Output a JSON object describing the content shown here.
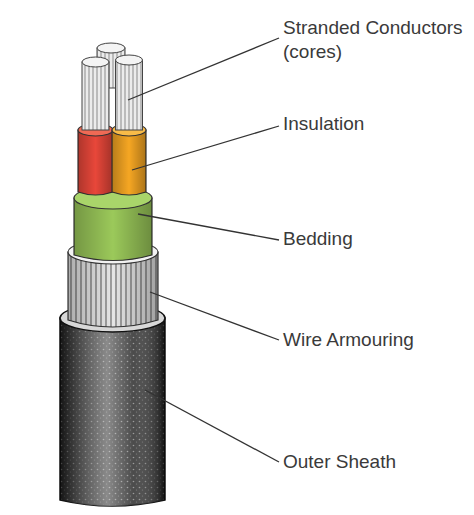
{
  "diagram": {
    "labels": [
      "Stranded Conductors (cores)",
      "Insulation",
      "Bedding",
      "Wire Armouring",
      "Outer Sheath"
    ]
  }
}
